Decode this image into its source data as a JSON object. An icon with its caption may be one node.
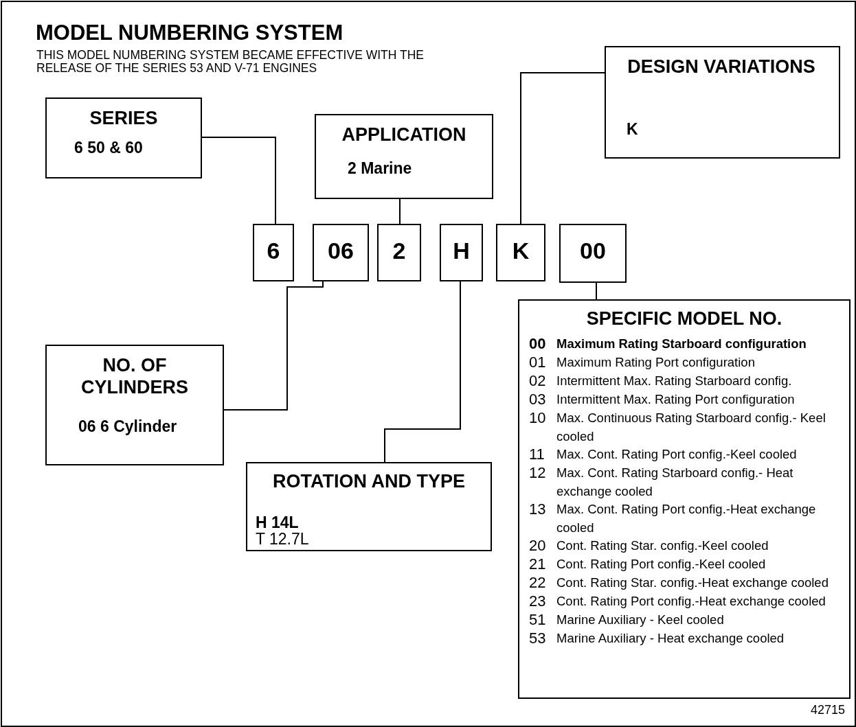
{
  "diagram": {
    "title": "MODEL NUMBERING SYSTEM",
    "nodes": [
      {
        "text": [
          "SERIES",
          "6   50 & 60"
        ]
      },
      {
        "text": [
          "APPLICATION",
          "2   Marine"
        ]
      },
      {
        "text": [
          "DESIGN VARIATIONS",
          "K"
        ]
      },
      {
        "text": [
          "6"
        ]
      },
      {
        "text": [
          "06"
        ]
      },
      {
        "text": [
          "2"
        ]
      },
      {
        "text": [
          "H"
        ]
      },
      {
        "text": [
          "K"
        ]
      },
      {
        "text": [
          "00"
        ]
      },
      {
        "text": [
          "NO. OF CYLINDERS",
          "06   6 Cylinder"
        ]
      },
      {
        "text": [
          "ROTATION AND TYPE",
          "H   14L",
          "T   12.7L"
        ]
      },
      {
        "text": [
          "SPECIFIC MODEL NO.",
          "00 Maximum Rating Starboard configuration",
          "01 Maximum Rating Port configuration",
          "02 Intermittent Max. Rating Starboard config.",
          "03 Intermittent Max. Rating Port configuration",
          "10 Max. Continuous Rating Starboard config.- Keel cooled",
          "11 Max. Cont. Rating Port config.-Keel cooled",
          "12 Max. Cont. Rating Starboard config.- Heat exchange cooled",
          "13 Max. Cont. Rating Port config.-Heat exchange cooled",
          "20 Cont. Rating Star. config.-Keel cooled",
          "21 Cont. Rating Port config.-Keel cooled",
          "22 Cont. Rating Star. config.-Heat exchange cooled",
          "23 Cont. Rating Port config.-Heat exchange cooled",
          "51 Marine Auxiliary - Keel cooled",
          "53 Marine Auxiliary - Heat exchange cooled"
        ]
      }
    ],
    "edges": [
      {
        "from": 0,
        "to": 3,
        "arrow": "none"
      },
      {
        "from": 1,
        "to": 5,
        "arrow": "none"
      },
      {
        "from": 2,
        "to": 7,
        "arrow": "none"
      },
      {
        "from": 4,
        "to": 9,
        "arrow": "none"
      },
      {
        "from": 6,
        "to": 10,
        "arrow": "none"
      },
      {
        "from": 8,
        "to": 11,
        "arrow": "none"
      }
    ],
    "labels": [
      "THIS MODEL NUMBERING SYSTEM BECAME EFFECTIVE WITH THE RELEASE OF THE SERIES 53 AND V-71 ENGINES",
      "42715"
    ]
  }
}
